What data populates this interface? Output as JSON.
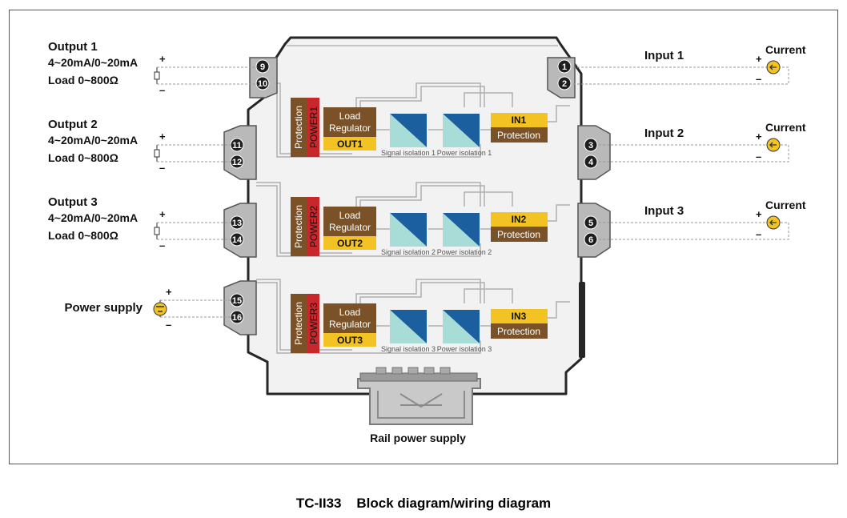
{
  "outputs": [
    {
      "title": "Output 1",
      "range": "4~20mA/0~20mA",
      "load": "Load 0~800Ω",
      "plus": "+",
      "minus": "–",
      "term_pos": "9",
      "term_neg": "10"
    },
    {
      "title": "Output 2",
      "range": "4~20mA/0~20mA",
      "load": "Load 0~800Ω",
      "plus": "+",
      "minus": "–",
      "term_pos": "11",
      "term_neg": "12"
    },
    {
      "title": "Output 3",
      "range": "4~20mA/0~20mA",
      "load": "Load 0~800Ω",
      "plus": "+",
      "minus": "–",
      "term_pos": "13",
      "term_neg": "14"
    }
  ],
  "power": {
    "title": "Power supply",
    "plus": "+",
    "minus": "–",
    "term_pos": "15",
    "term_neg": "16"
  },
  "inputs": [
    {
      "title": "Input 1",
      "source": "Current",
      "plus": "+",
      "minus": "–",
      "term_pos": "1",
      "term_neg": "2"
    },
    {
      "title": "Input 2",
      "source": "Current",
      "plus": "+",
      "minus": "–",
      "term_pos": "3",
      "term_neg": "4"
    },
    {
      "title": "Input 3",
      "source": "Current",
      "plus": "+",
      "minus": "–",
      "term_pos": "5",
      "term_neg": "6"
    }
  ],
  "channels": [
    {
      "protection": "Protection",
      "power": "POWER1",
      "load_regulator": [
        "Load",
        "Regulator"
      ],
      "out": "OUT1",
      "signal_isolation": "Signal isolation 1",
      "power_isolation": "Power isolation 1",
      "in": "IN1",
      "in_protection": "Protection"
    },
    {
      "protection": "Protection",
      "power": "POWER2",
      "load_regulator": [
        "Load",
        "Regulator"
      ],
      "out": "OUT2",
      "signal_isolation": "Signal isolation 2",
      "power_isolation": "Power isolation 2",
      "in": "IN2",
      "in_protection": "Protection"
    },
    {
      "protection": "Protection",
      "power": "POWER3",
      "load_regulator": [
        "Load",
        "Regulator"
      ],
      "out": "OUT3",
      "signal_isolation": "Signal isolation 3",
      "power_isolation": "Power isolation 3",
      "in": "IN3",
      "in_protection": "Protection"
    }
  ],
  "rail": {
    "label": "Rail power supply"
  },
  "caption": "TC-II33    Block diagram/wiring diagram",
  "colors": {
    "brown": "#7b5227",
    "red": "#c8272c",
    "yellow": "#f3c323",
    "housing": "#f2f2f2",
    "terminal": "#b9b9b9",
    "wire": "#b0b0b0",
    "iso_teal": "#a8dcd6",
    "iso_blue": "#1c5f9e",
    "dark": "#262626"
  }
}
